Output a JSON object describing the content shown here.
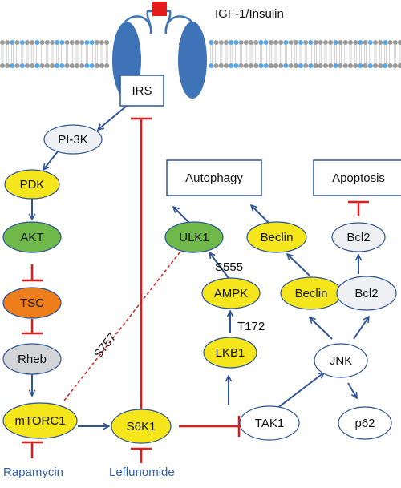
{
  "ligand": "IGF-1/Insulin",
  "colors": {
    "yellow": "#f4e61b",
    "green": "#6fb84a",
    "orange": "#ee7d1b",
    "gray": "#d2d4d8",
    "light": "#eef0f4",
    "arrow": "#2f5597",
    "inhibit": "#e11b1b",
    "receptor": "#3f73b8",
    "drug_text": "#2f5fa8"
  },
  "nodes": {
    "irs": "IRS",
    "pi3k": "PI-3K",
    "pdk": "PDK",
    "akt": "AKT",
    "tsc": "TSC",
    "rheb": "Rheb",
    "mtorc1": "mTORC1",
    "s6k1": "S6K1",
    "ulk1": "ULK1",
    "ampk": "AMPK",
    "lkb1": "LKB1",
    "tak1": "TAK1",
    "beclin_top": "Beclin",
    "beclin_mid": "Beclin",
    "bcl2_top": "Bcl2",
    "bcl2_mid": "Bcl2",
    "jnk": "JNK",
    "p62": "p62"
  },
  "outcomes": {
    "autophagy": "Autophagy",
    "apoptosis": "Apoptosis"
  },
  "sites": {
    "s757": "S757",
    "s555": "S555",
    "t172": "T172"
  },
  "drugs": {
    "rapamycin": "Rapamycin",
    "leflunomide": "Leflunomide"
  }
}
